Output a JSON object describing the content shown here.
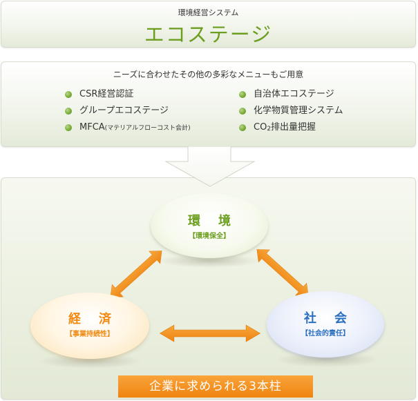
{
  "header": {
    "subtitle": "環境経営システム",
    "title": "エコステージ"
  },
  "menu_panel": {
    "heading": "ニーズに合わせたその他の多彩なメニューもご用意",
    "left_items": [
      {
        "label": "CSR経営認証",
        "note": ""
      },
      {
        "label": "グループエコステージ",
        "note": ""
      },
      {
        "label": "MFCA",
        "note": "(マテリアルフローコスト会計)"
      }
    ],
    "right_items": [
      {
        "label": "自治体エコステージ"
      },
      {
        "label": "化学物質管理システム"
      },
      {
        "label_pre": "CO",
        "label_sub": "2",
        "label_post": "排出量把握"
      }
    ]
  },
  "pillars": {
    "environment": {
      "title": "環境",
      "sub": "【環境保全】",
      "color": "#6b9e1f"
    },
    "economy": {
      "title": "経済",
      "sub": "【事業持続性】",
      "color": "#f08a12"
    },
    "society": {
      "title": "社会",
      "sub": "【社会的責任】",
      "color": "#2b6fc0"
    },
    "arrow_color": "#f08a12",
    "caption": "企業に求められる3本柱"
  },
  "colors": {
    "accent_green": "#6b9e1f",
    "bullet_green": "#76a834",
    "orange": "#f08a12",
    "blue": "#2b6fc0"
  }
}
